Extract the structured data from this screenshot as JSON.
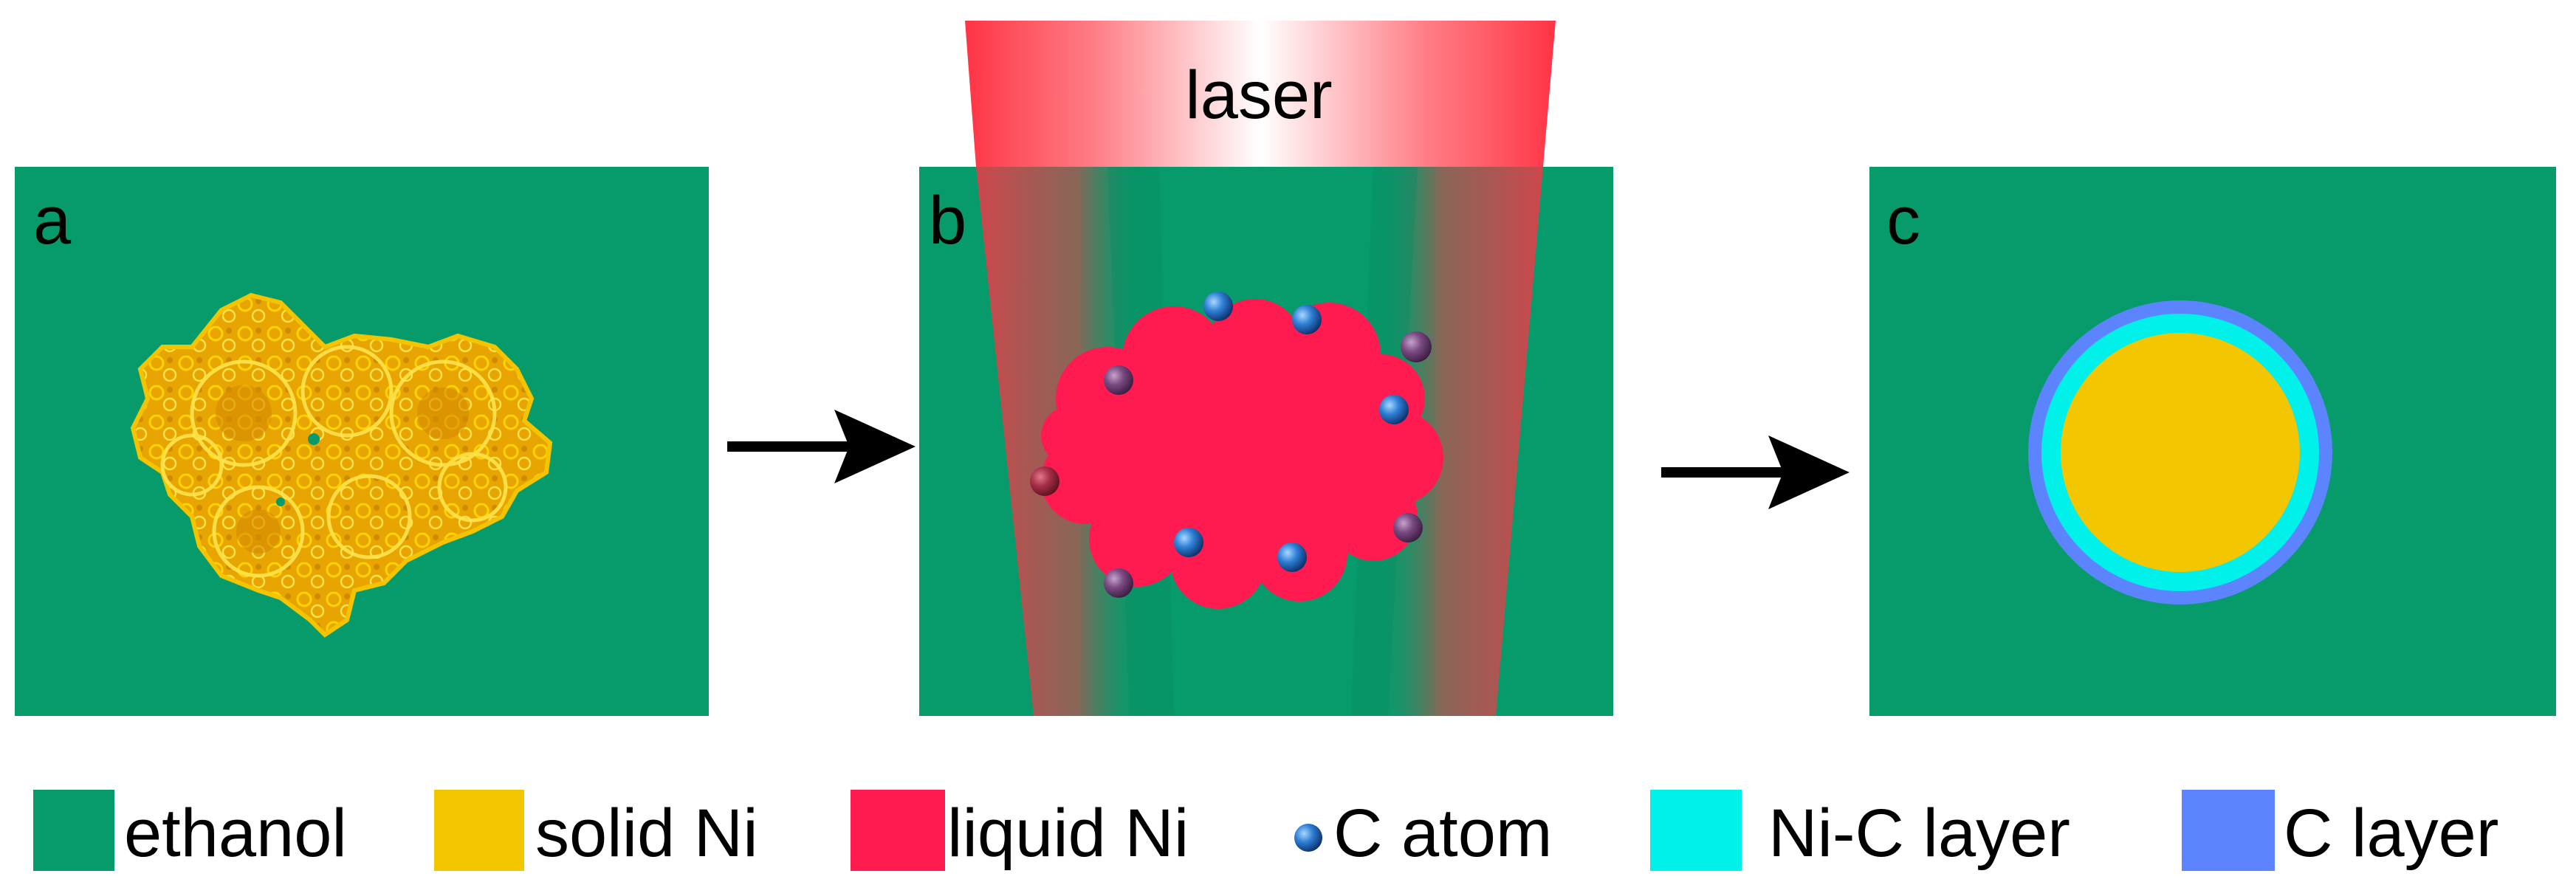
{
  "panels": {
    "a": {
      "label": "a"
    },
    "b": {
      "label": "b",
      "laser_label": "laser"
    },
    "c": {
      "label": "c"
    }
  },
  "legend": [
    {
      "key": "ethanol",
      "label": "ethanol",
      "color": "#079a6b",
      "shape": "square"
    },
    {
      "key": "solid_ni",
      "label": "solid Ni",
      "color": "#f2c600",
      "shape": "square"
    },
    {
      "key": "liquid_ni",
      "label": "liquid Ni",
      "color": "#ff1a4f",
      "shape": "square"
    },
    {
      "key": "c_atom",
      "label": "C atom",
      "color": "#2f7fd6",
      "shape": "sphere"
    },
    {
      "key": "ni_c_layer",
      "label": "Ni-C layer",
      "color": "#00f0ea",
      "shape": "square"
    },
    {
      "key": "c_layer",
      "label": "C layer",
      "color": "#5d84ff",
      "shape": "square"
    }
  ],
  "colors": {
    "ethanol": "#079a6b",
    "solid_ni": "#f2c600",
    "liquid_ni": "#ff1a4f",
    "c_atom": "#2f7fd6",
    "c_atom_purple": "#7a4a82",
    "ni_c_layer": "#00f0ea",
    "c_layer": "#5d84ff",
    "laser": "#ff3344",
    "arrow": "#000000"
  }
}
